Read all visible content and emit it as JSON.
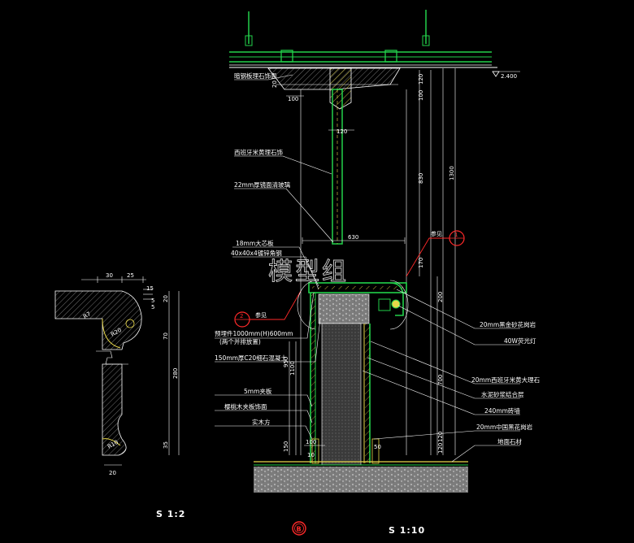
{
  "colors": {
    "background": "#000000",
    "structure_green": "#22d14a",
    "lines_white": "#ffffff",
    "hatch_yellow": "#e8d84a",
    "callout_red": "#ff2a2a",
    "ground_gray": "#9a9a9a",
    "watermark": "#d0d0d0"
  },
  "watermark": "模型组",
  "scale_labels": {
    "left_detail": "S 1:2",
    "main_section": "S 1:10"
  },
  "section_mark": "B",
  "level_mark": "2.400",
  "callouts": {
    "detail_ref_1": {
      "number": "1",
      "text": "参见"
    },
    "detail_ref_2": {
      "number": "2",
      "text": "参见"
    }
  },
  "labels_left": [
    "暗钢板理石饰面",
    "西班牙米黄理石饰",
    "22mm厚镜面清玻璃",
    "18mm大芯板",
    "40x40x4镀锌角钢",
    "预埋件1000mm(H)600mm",
    "(两个并排放置)",
    "150mm厚C20细石混凝土",
    "5mm夹板",
    "樱桃木夹板饰面",
    "实木方"
  ],
  "labels_right": [
    "20mm黑金砂花岗岩",
    "40W荧光灯",
    "20mm西班牙米黄大理石",
    "水泥砂浆结合层",
    "240mm砖墙",
    "20mm中国黑花岗岩",
    "地面石材"
  ],
  "dimensions": {
    "main_top": [
      "20",
      "100",
      "120",
      "100",
      "120",
      "830",
      "1300"
    ],
    "main_mid": [
      "630",
      "170",
      "200",
      "120",
      "700"
    ],
    "main_low": [
      "950",
      "1100",
      "100",
      "150",
      "120",
      "50",
      "10"
    ],
    "detail_top": [
      "30",
      "25",
      "15",
      "20",
      "5",
      "5"
    ],
    "detail_side": [
      "70",
      "280",
      "R7",
      "R20",
      "R10",
      "20",
      "35"
    ]
  }
}
